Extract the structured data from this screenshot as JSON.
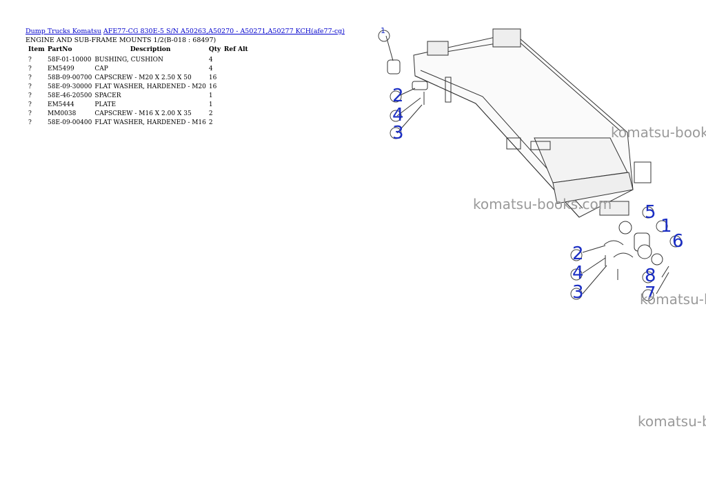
{
  "breadcrumb": {
    "link1": "Dump Trucks Komatsu",
    "link2": "AFE77-CG 830E-5 S/N A50263,A50270 - A50271,A50277 KCH(afe77-cg)"
  },
  "page_title": "ENGINE AND SUB-FRAME MOUNTS 1/2(B-018 : 68497)",
  "table": {
    "headers": {
      "item": "Item",
      "partno": "PartNo",
      "description": "Description",
      "qty": "Qty",
      "refalt": "Ref Alt"
    },
    "rows": [
      {
        "item": "?",
        "partno": "58F-01-10000",
        "description": "BUSHING, CUSHION",
        "qty": "4"
      },
      {
        "item": "?",
        "partno": "EM5499",
        "description": "CAP",
        "qty": "4"
      },
      {
        "item": "?",
        "partno": "58B-09-00700",
        "description": "CAPSCREW - M20 X 2.50 X 50",
        "qty": "16"
      },
      {
        "item": "?",
        "partno": "58E-09-30000",
        "description": "FLAT WASHER, HARDENED - M20",
        "qty": "16"
      },
      {
        "item": "?",
        "partno": "58E-46-20500",
        "description": "SPACER",
        "qty": "1"
      },
      {
        "item": "?",
        "partno": "EM5444",
        "description": "PLATE",
        "qty": "1"
      },
      {
        "item": "?",
        "partno": "MM0038",
        "description": "CAPSCREW - M16 X 2.00 X 35",
        "qty": "2"
      },
      {
        "item": "?",
        "partno": "58E-09-00400",
        "description": "FLAT WASHER, HARDENED - M16",
        "qty": "2"
      }
    ]
  },
  "diagram": {
    "callouts": [
      "1",
      "2",
      "4",
      "3",
      "5",
      "1",
      "6",
      "2",
      "4",
      "8",
      "3",
      "7"
    ],
    "callout_color": "#1b2ec4"
  },
  "watermarks": [
    "komatsu-books.com",
    "komatsu-books.com",
    "komatsu-books.com",
    "komatsu-books.com"
  ]
}
